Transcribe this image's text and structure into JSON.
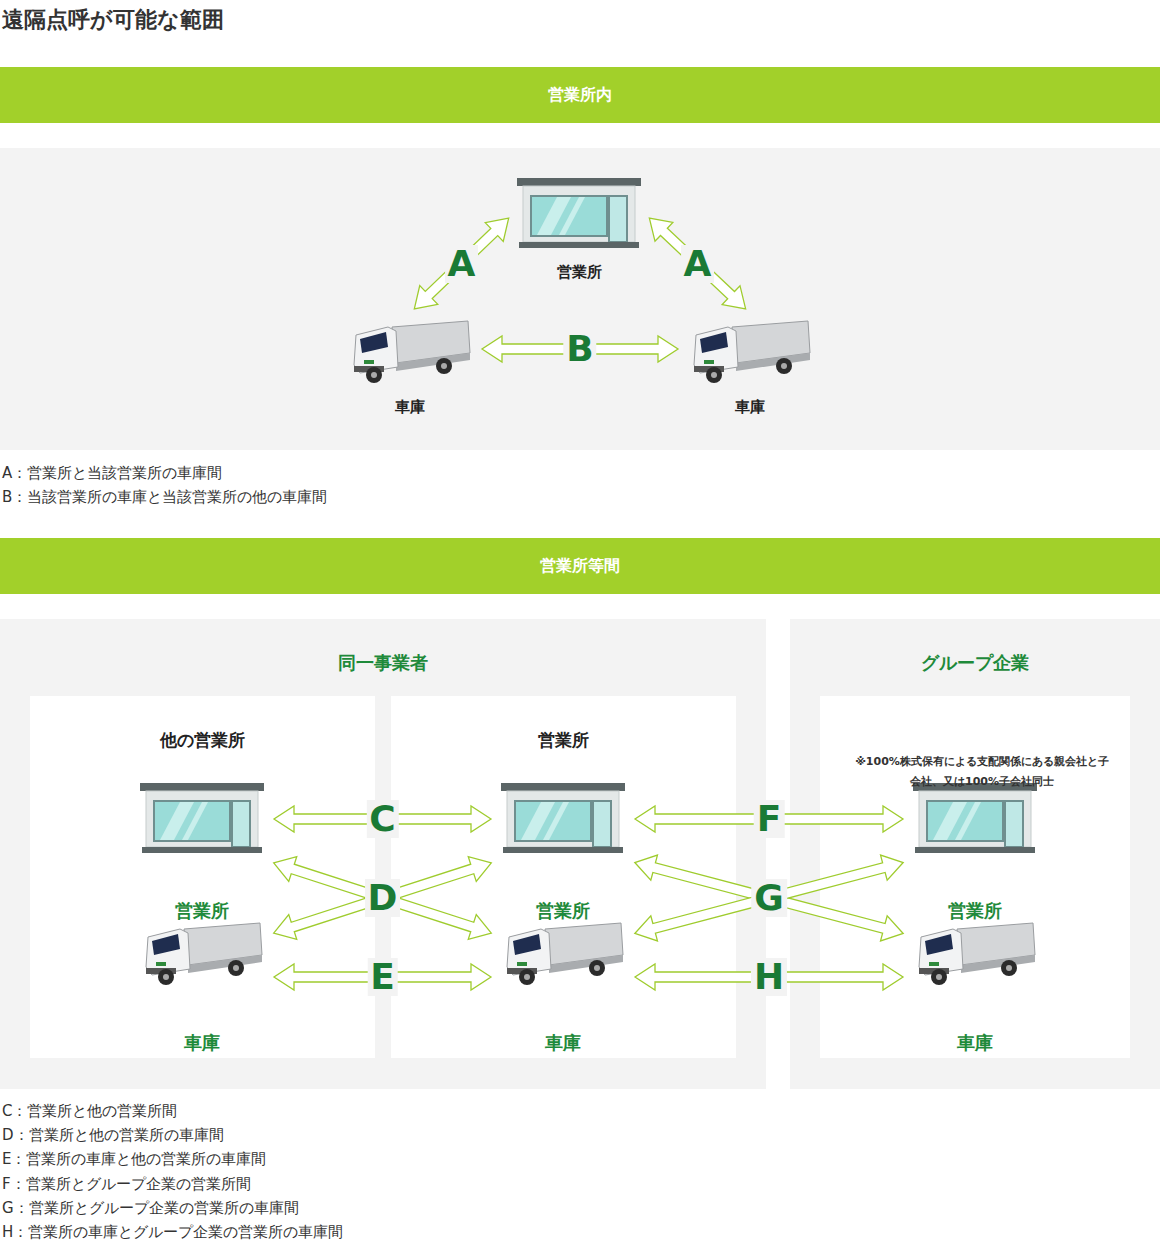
{
  "diagram": {
    "title": "遠隔点呼が可能な範囲",
    "nodes": [
      {
        "text": [
          "営業所内"
        ]
      },
      {
        "text": [
          "営業所"
        ]
      },
      {
        "text": [
          "車庫"
        ]
      },
      {
        "text": [
          "車庫"
        ]
      },
      {
        "text": [
          "営業所等間"
        ]
      },
      {
        "text": [
          "同一事業者"
        ]
      },
      {
        "text": [
          "他の営業所"
        ],
        "in": 5
      },
      {
        "text": [
          "営業所"
        ],
        "in": 6
      },
      {
        "text": [
          "車庫"
        ],
        "in": 6
      },
      {
        "text": [
          "営業所"
        ],
        "in": 5
      },
      {
        "text": [
          "営業所"
        ],
        "in": 9
      },
      {
        "text": [
          "車庫"
        ],
        "in": 9
      },
      {
        "text": [
          "グループ企業"
        ]
      },
      {
        "text": [
          "※100%株式保有による支配関係にある親会社と子会社、又は100%子会社同士"
        ],
        "in": 12
      },
      {
        "text": [
          "営業所"
        ],
        "in": 13
      },
      {
        "text": [
          "車庫"
        ],
        "in": 13
      }
    ],
    "edges": [
      {
        "from": 1,
        "to": 2,
        "label": "A",
        "arrow": "both"
      },
      {
        "from": 1,
        "to": 3,
        "label": "A",
        "arrow": "both"
      },
      {
        "from": 2,
        "to": 3,
        "label": "B",
        "arrow": "both"
      },
      {
        "from": 10,
        "to": 7,
        "label": "C",
        "arrow": "both"
      },
      {
        "from": 10,
        "to": 8,
        "label": "D",
        "arrow": "both"
      },
      {
        "from": 11,
        "to": 7,
        "arrow": "both"
      },
      {
        "from": 11,
        "to": 8,
        "label": "E",
        "arrow": "both"
      },
      {
        "from": 10,
        "to": 14,
        "label": "F",
        "arrow": "both"
      },
      {
        "from": 10,
        "to": 15,
        "label": "G",
        "arrow": "both"
      },
      {
        "from": 11,
        "to": 14,
        "arrow": "both"
      },
      {
        "from": 11,
        "to": 15,
        "label": "H",
        "arrow": "both"
      }
    ],
    "labels": [
      "A：営業所と当該営業所の車庫間",
      "B：当該営業所の車庫と当該営業所の他の車庫間",
      "C：営業所と他の営業所間",
      "D：営業所と他の営業所の車庫間",
      "E：営業所の車庫と他の営業所の車庫間",
      "F：営業所とグループ企業の営業所間",
      "G：営業所とグループ企業の営業所の車庫間",
      "H：営業所の車庫とグループ企業の営業所の車庫間"
    ]
  }
}
